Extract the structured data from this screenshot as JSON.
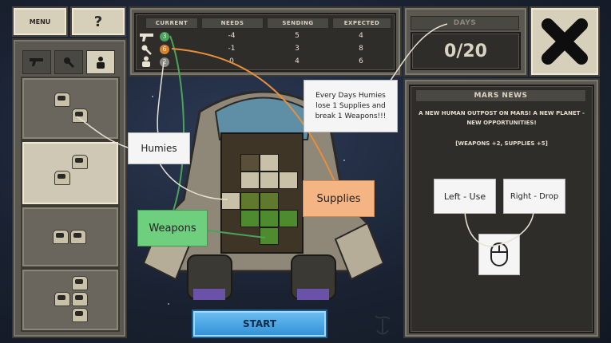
{
  "top_left": {
    "menu_label": "MENU",
    "help_label": "?"
  },
  "tabs": [
    {
      "name": "weapons",
      "icon": "gun-icon"
    },
    {
      "name": "supplies",
      "icon": "wrench-icon"
    },
    {
      "name": "humies",
      "icon": "person-icon"
    }
  ],
  "stats": {
    "headers": [
      "CURRENT",
      "NEEDS",
      "SENDING",
      "EXPECTED"
    ],
    "rows": [
      {
        "icon": "gun-icon",
        "current": "3",
        "needs": "-4",
        "sending": "5",
        "expected": "4",
        "badge_color": "#4aa35a"
      },
      {
        "icon": "wrench-icon",
        "current": "6",
        "needs": "-1",
        "sending": "3",
        "expected": "8",
        "badge_color": "#d9822b"
      },
      {
        "icon": "person-icon",
        "current": "2",
        "needs": "0",
        "sending": "4",
        "expected": "6",
        "badge_color": "#8a8a8a"
      }
    ]
  },
  "days": {
    "label": "DAYS",
    "value": "0/20"
  },
  "close": {
    "icon": "close-icon"
  },
  "news": {
    "title": "MARS NEWS",
    "headline": "A NEW HUMAN OUTPOST ON MARS! A NEW PLANET - NEW OPPORTUNITIES!",
    "bonus": "[WEAPONS +2, SUPPLIES +5]"
  },
  "tutorial": {
    "daily_note": "Every Days Humies lose 1 Supplies and break 1 Weapons!!!",
    "humies": "Humies",
    "supplies": "Supplies",
    "weapons": "Weapons",
    "left_use": "Left - Use",
    "right_drop": "Right - Drop"
  },
  "start_label": "START",
  "colors": {
    "green": "#4aa35a",
    "orange": "#e88f3a",
    "start": "#3ea4e8"
  }
}
